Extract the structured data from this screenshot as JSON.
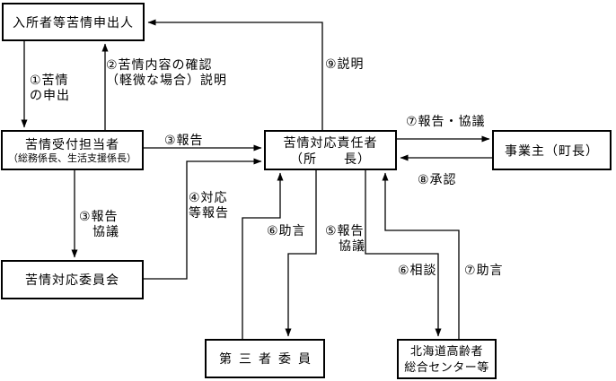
{
  "diagram": {
    "title_hint": "苦情解決体制フロー図",
    "colors": {
      "background": "#ffffff",
      "line": "#000000",
      "text": "#000000",
      "box_border": "#000000",
      "box_fill": "#ffffff"
    },
    "boxes": {
      "applicant": {
        "label": "入所者等苦情申出人"
      },
      "reception": {
        "line1": "苦情受付担当者",
        "line2": "（総務係長、生活支援係長）"
      },
      "committee": {
        "label": "苦情対応委員会"
      },
      "manager": {
        "line1": "苦情対応責任者",
        "line2": "（所　　長）"
      },
      "owner": {
        "label": "事業主（町長）"
      },
      "third_party": {
        "label": "第三者委員"
      },
      "center": {
        "label": "北海道高齢者\n総合センター等"
      }
    },
    "arrow_labels": {
      "l1": "①苦情\nの申出",
      "l2": "②苦情内容の確認\n（軽微な場合）説明",
      "l3": "③報告",
      "l3b": "③報告\n　協議",
      "l4": "④対応\n等報告",
      "l5": "⑤報告\n　協議",
      "l6a": "⑥助言",
      "l6b": "⑥相談",
      "l7a": "⑦助言",
      "l7b": "⑦報告・協議",
      "l8": "⑧承認",
      "l9": "⑨説明"
    }
  }
}
